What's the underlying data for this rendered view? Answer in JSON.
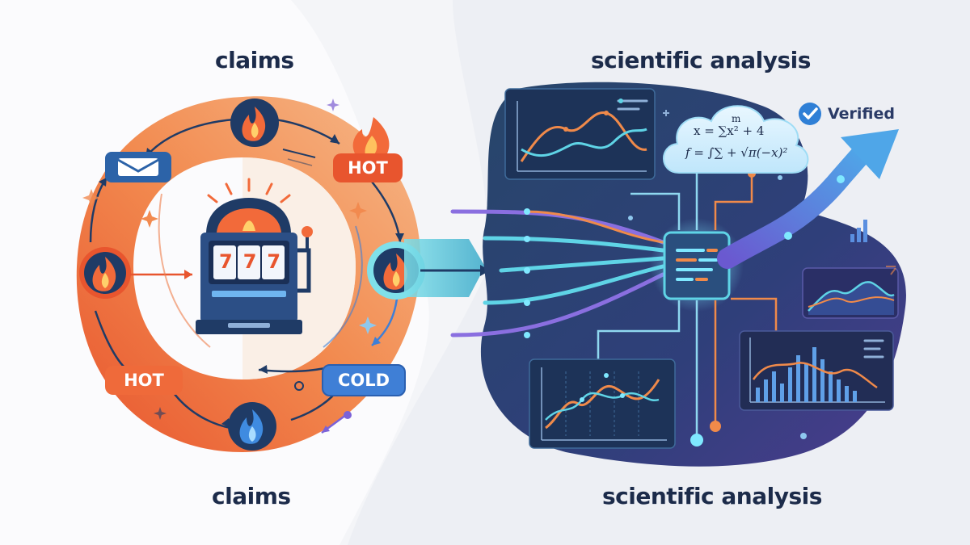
{
  "left_panel": {
    "title_top": "claims",
    "title_bottom": "claims",
    "tags": {
      "hot_top": "HOT",
      "hot_left": "HOT",
      "cold": "COLD"
    },
    "slot_reels": "777"
  },
  "right_panel": {
    "title_top": "scientific analysis",
    "title_bottom": "scientific analysis",
    "verified_label": "Verified",
    "formula": {
      "line1_top": "m",
      "line1": "x = ∑x² + 4",
      "line2": "f = ∫∑ + √π(−x)²"
    }
  },
  "colors": {
    "hot_orange": "#ef6a3a",
    "cold_blue": "#3f7fd6",
    "navy": "#1c2b4a",
    "teal": "#5fd4e6",
    "violet": "#7b62d8"
  },
  "icons": [
    "flame-icon",
    "envelope-icon",
    "slot-machine-icon",
    "check-icon",
    "trend-arrow-icon",
    "chip-icon",
    "sparkle-icon"
  ]
}
